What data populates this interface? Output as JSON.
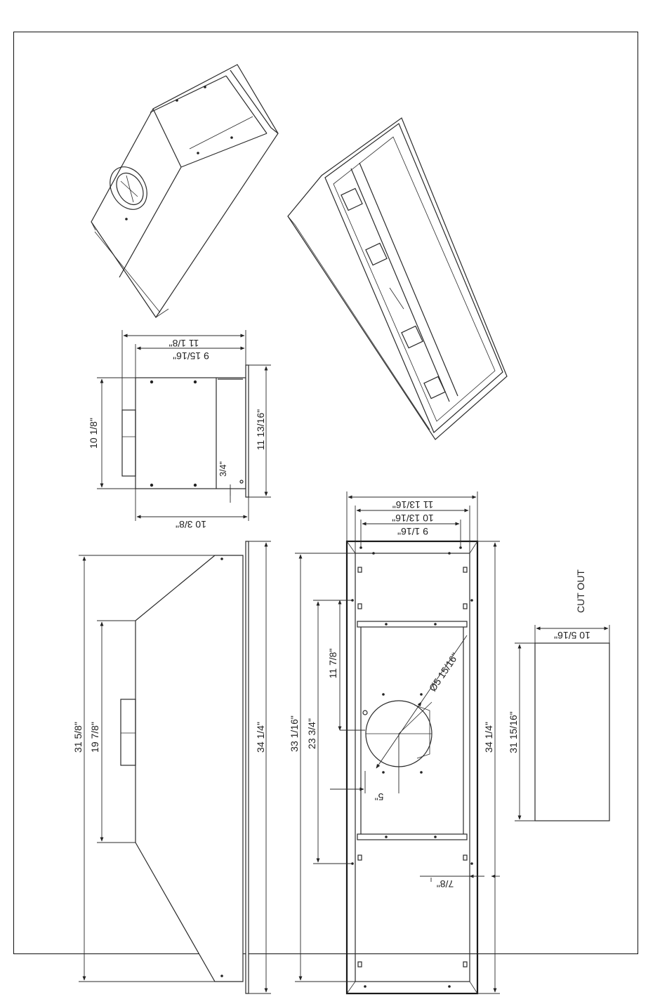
{
  "dimensions": {
    "side_top_11_1_8": "11 1/8\"",
    "side_top_9_15_16": "9 15/16\"",
    "side_left_10_1_8": "10 1/8\"",
    "side_right_11_13_16": "11 13/16\"",
    "side_3_4": "3/4\"",
    "side_bottom_10_3_8": "10 3/8\"",
    "front_31_5_8": "31 5/8\"",
    "front_19_7_8": "19 7/8\"",
    "front_34_1_4": "34 1/4\"",
    "back_11_13_16": "11 13/16\"",
    "back_10_13_16": "10 13/16\"",
    "back_9_1_16": "9 1/16\"",
    "back_33_1_16": "33 1/16\"",
    "back_23_3_4": "23 3/4\"",
    "back_11_7_8": "11 7/8\"",
    "back_dia_5_15_16": "Ø5 15/16\"",
    "back_5": "5\"",
    "back_34_1_4": "34 1/4\"",
    "back_7_8": "7/8\"",
    "cutout_label": "CUT OUT",
    "cutout_10_5_16": "10 5/16\"",
    "cutout_31_15_16": "31 15/16\""
  }
}
